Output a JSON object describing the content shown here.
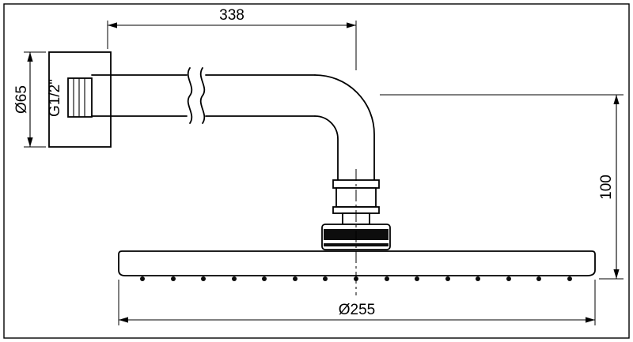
{
  "drawing": {
    "type": "technical-dimension-drawing",
    "subject": "wall-mounted shower head side view",
    "line_color": "#000000",
    "background_color": "#ffffff",
    "dimensions": {
      "arm_length": "338",
      "flange_diameter": "Ø65",
      "thread_label": "G1/2\"",
      "drop_height": "100",
      "head_diameter": "Ø255"
    }
  }
}
